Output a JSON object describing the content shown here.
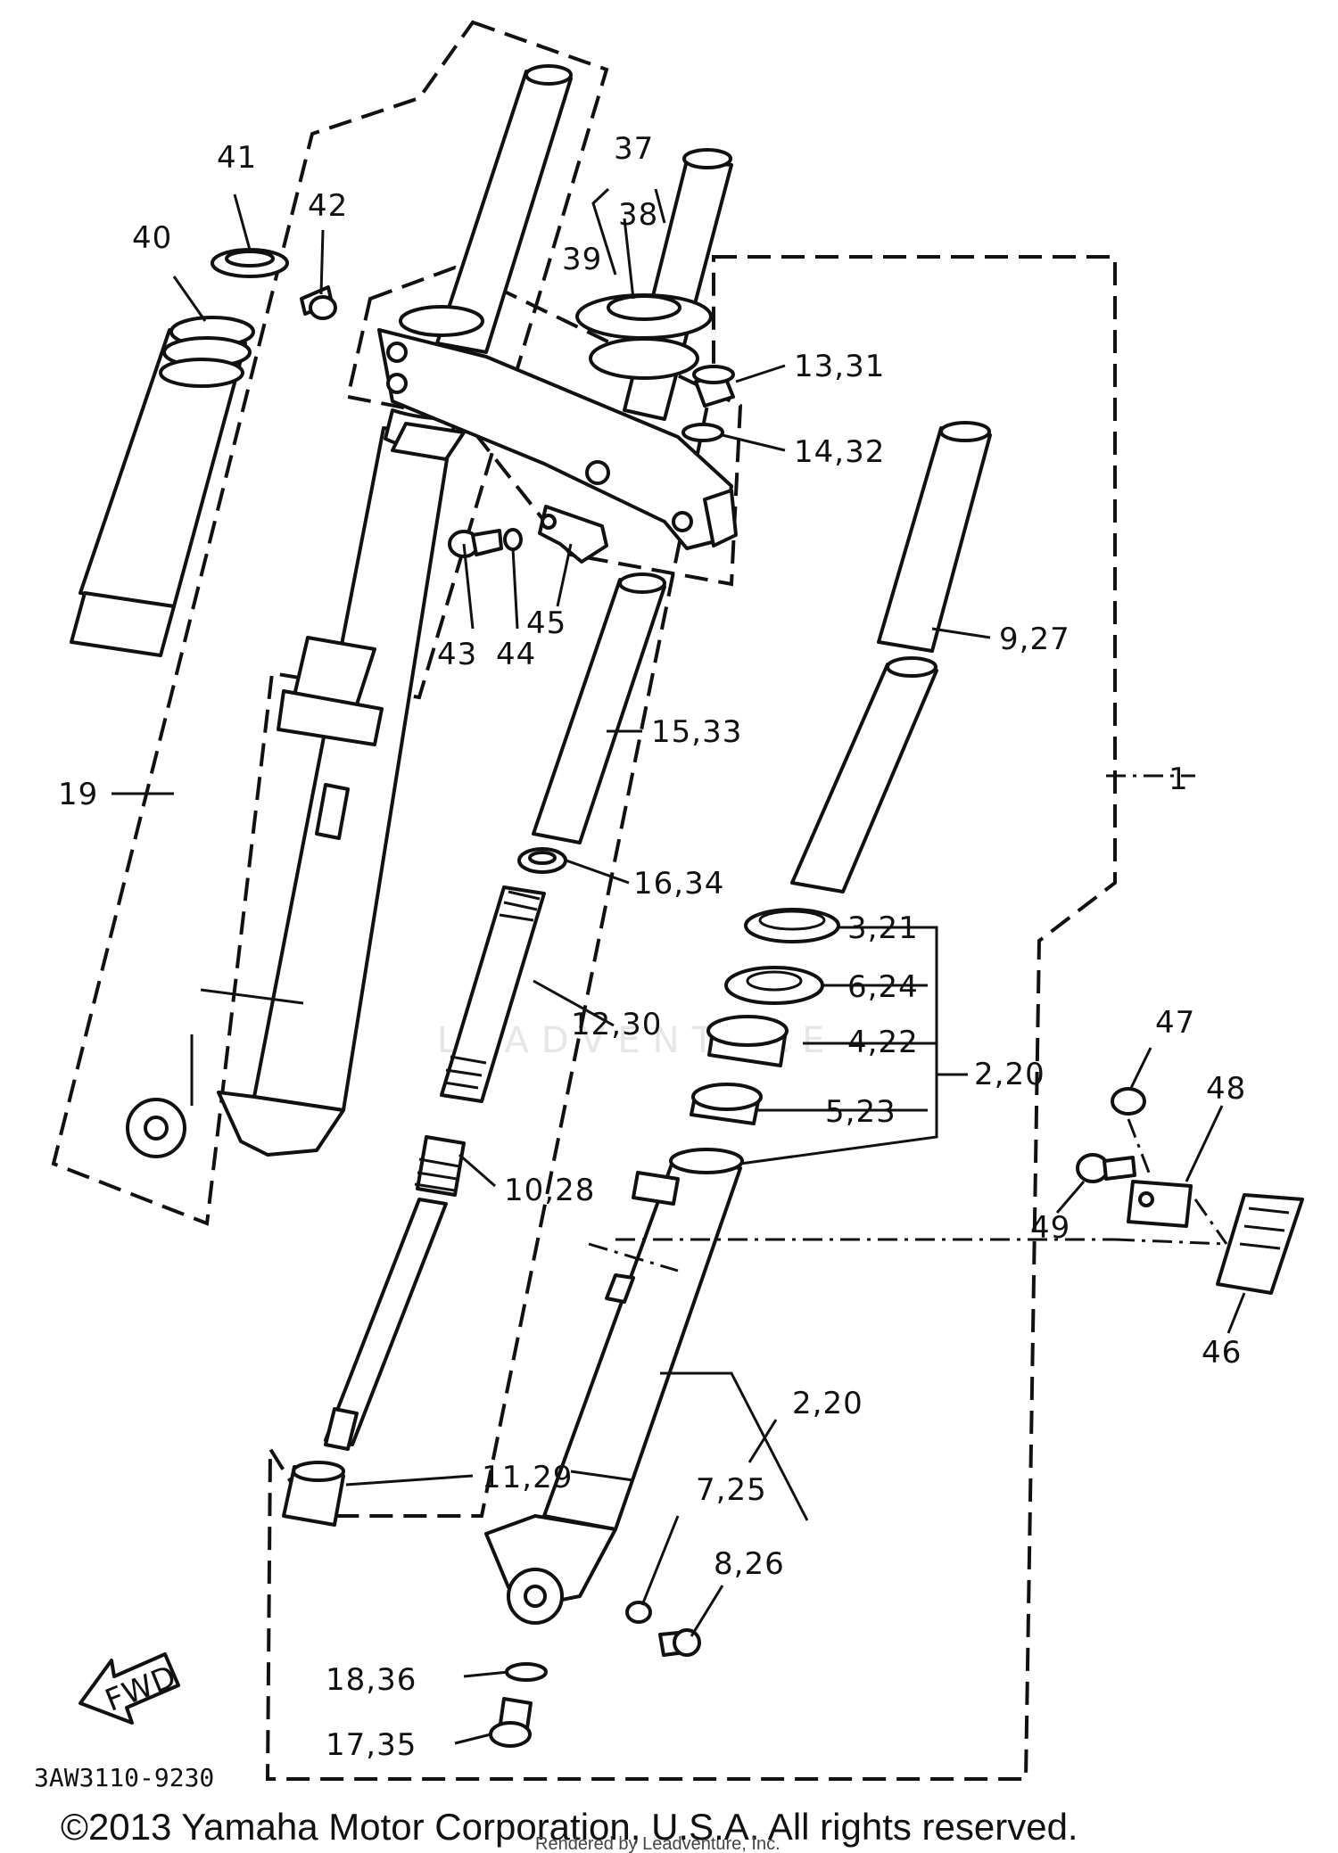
{
  "diagram": {
    "code": "3AW3110-9230",
    "fwd_label": "FWD",
    "copyright": "©2013 Yamaha Motor Corporation, U.S.A. All rights reserved.",
    "rendered_by": "Rendered by Leadventure, Inc.",
    "watermark": "LEADVENTURE",
    "labels": [
      {
        "id": "p1",
        "text": "1"
      },
      {
        "id": "p2-20a",
        "text": "2,20"
      },
      {
        "id": "p2-20b",
        "text": "2,20"
      },
      {
        "id": "p3-21",
        "text": "3,21"
      },
      {
        "id": "p4-22",
        "text": "4,22"
      },
      {
        "id": "p5-23",
        "text": "5,23"
      },
      {
        "id": "p6-24",
        "text": "6,24"
      },
      {
        "id": "p7-25",
        "text": "7,25"
      },
      {
        "id": "p8-26",
        "text": "8,26"
      },
      {
        "id": "p9-27",
        "text": "9,27"
      },
      {
        "id": "p10-28",
        "text": "10,28"
      },
      {
        "id": "p11-29",
        "text": "11,29"
      },
      {
        "id": "p12-30",
        "text": "12,30"
      },
      {
        "id": "p13-31",
        "text": "13,31"
      },
      {
        "id": "p14-32",
        "text": "14,32"
      },
      {
        "id": "p15-33",
        "text": "15,33"
      },
      {
        "id": "p16-34",
        "text": "16,34"
      },
      {
        "id": "p17-35",
        "text": "17,35"
      },
      {
        "id": "p18-36",
        "text": "18,36"
      },
      {
        "id": "p19",
        "text": "19"
      },
      {
        "id": "p37",
        "text": "37"
      },
      {
        "id": "p38",
        "text": "38"
      },
      {
        "id": "p39",
        "text": "39"
      },
      {
        "id": "p40",
        "text": "40"
      },
      {
        "id": "p41",
        "text": "41"
      },
      {
        "id": "p42",
        "text": "42"
      },
      {
        "id": "p43",
        "text": "43"
      },
      {
        "id": "p44",
        "text": "44"
      },
      {
        "id": "p45",
        "text": "45"
      },
      {
        "id": "p46",
        "text": "46"
      },
      {
        "id": "p47",
        "text": "47"
      },
      {
        "id": "p48",
        "text": "48"
      },
      {
        "id": "p49",
        "text": "49"
      }
    ]
  }
}
